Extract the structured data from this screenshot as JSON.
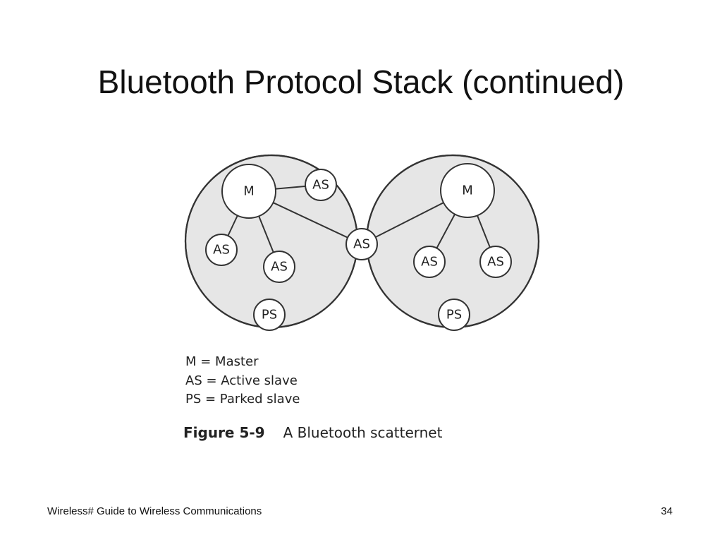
{
  "slide": {
    "title": "Bluetooth Protocol Stack (continued)",
    "footer_left": "Wireless# Guide to Wireless Communications",
    "page_number": "34"
  },
  "diagram": {
    "colors": {
      "piconet_fill": "#e6e6e6",
      "overlap_fill": "#c8c8c8",
      "outline": "#333333",
      "node_fill": "#ffffff"
    },
    "left_piconet": {
      "master": "M",
      "active_slave_top": "AS",
      "active_slave_left": "AS",
      "active_slave_bottom": "AS",
      "parked_slave": "PS"
    },
    "bridge_node": "AS",
    "right_piconet": {
      "master": "M",
      "active_slave_left": "AS",
      "active_slave_right": "AS",
      "parked_slave": "PS"
    }
  },
  "legend": {
    "items": [
      "M = Master",
      "AS = Active slave",
      "PS = Parked slave"
    ]
  },
  "caption": {
    "label": "Figure 5-9",
    "text": "A Bluetooth scatternet"
  }
}
